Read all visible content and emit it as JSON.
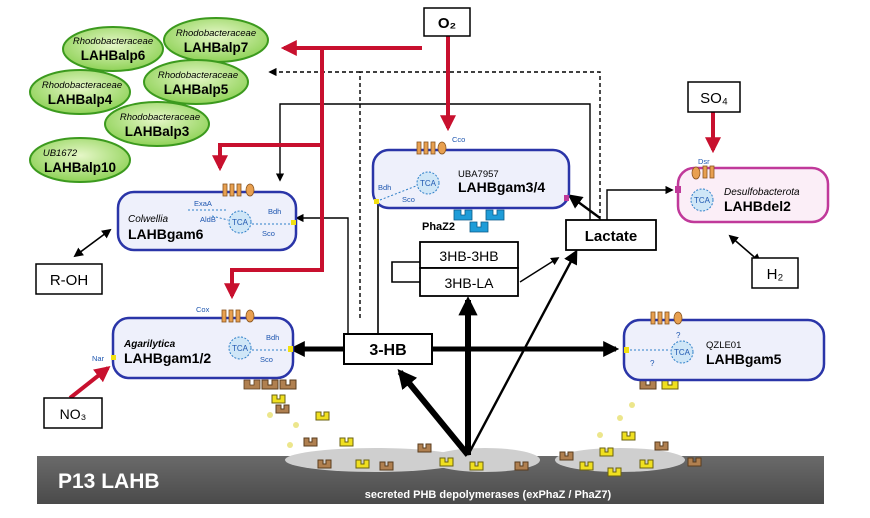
{
  "base_label": "P13 LAHB",
  "depolymerase_label": "secreted PHB depolymerases (exPhaZ / PhaZ7)",
  "inputs": {
    "o2": "O₂",
    "so4": "SO₄",
    "no3": "NO₃",
    "h2": "H₂",
    "roh": "R-OH"
  },
  "metabolites": {
    "hb3": "3-HB",
    "hb3hb": "3HB-3HB",
    "hbla": "3HB-LA",
    "lactate": "Lactate",
    "phaz2": "PhaZ2"
  },
  "alphas": [
    {
      "taxon": "Rhodobacteraceae",
      "name": "LAHBalp6"
    },
    {
      "taxon": "Rhodobacteraceae",
      "name": "LAHBalp7"
    },
    {
      "taxon": "Rhodobacteraceae",
      "name": "LAHBalp4"
    },
    {
      "taxon": "Rhodobacteraceae",
      "name": "LAHBalp5"
    },
    {
      "taxon": "Rhodobacteraceae",
      "name": "LAHBalp3"
    },
    {
      "taxon": "UB1672",
      "name": "LAHBalp10"
    }
  ],
  "cells": {
    "gam34": {
      "taxon": "UBA7957",
      "name": "LAHBgam3/4",
      "cco": "Cco",
      "bdh": "Bdh",
      "sco": "Sco",
      "tca": "TCA"
    },
    "del2": {
      "taxon": "Desulfobacterota",
      "name": "LAHBdel2",
      "dsr": "Dsr",
      "tca": "TCA"
    },
    "gam6": {
      "taxon": "Colwellia",
      "name": "LAHBgam6",
      "exaa": "ExaA",
      "aldb": "AldB",
      "bdh": "Bdh",
      "sco": "Sco",
      "tca": "TCA"
    },
    "gam12": {
      "taxon": "Agarilytica",
      "name": "LAHBgam1/2",
      "cox": "Cox",
      "nar": "Nar",
      "bdh": "Bdh",
      "sco": "Sco",
      "tca": "TCA"
    },
    "gam5": {
      "taxon": "QZLE01",
      "name": "LAHBgam5",
      "q1": "?",
      "q2": "?",
      "tca": "TCA"
    }
  },
  "colors": {
    "red_arrow": "#c8102e",
    "cell_border_blue": "#2a35a8",
    "cell_fill_blue": "#eef0fb",
    "cell_border_magenta": "#c0399a",
    "alpha_fill": "#a8e06a",
    "alpha_border": "#3c9a1e",
    "base_gray": "#555555",
    "enzyme_brown": "#b08050",
    "enzyme_yellow": "#f0e020",
    "transporter_orange": "#e8a050",
    "phaz2_blue": "#1e9cd8"
  }
}
